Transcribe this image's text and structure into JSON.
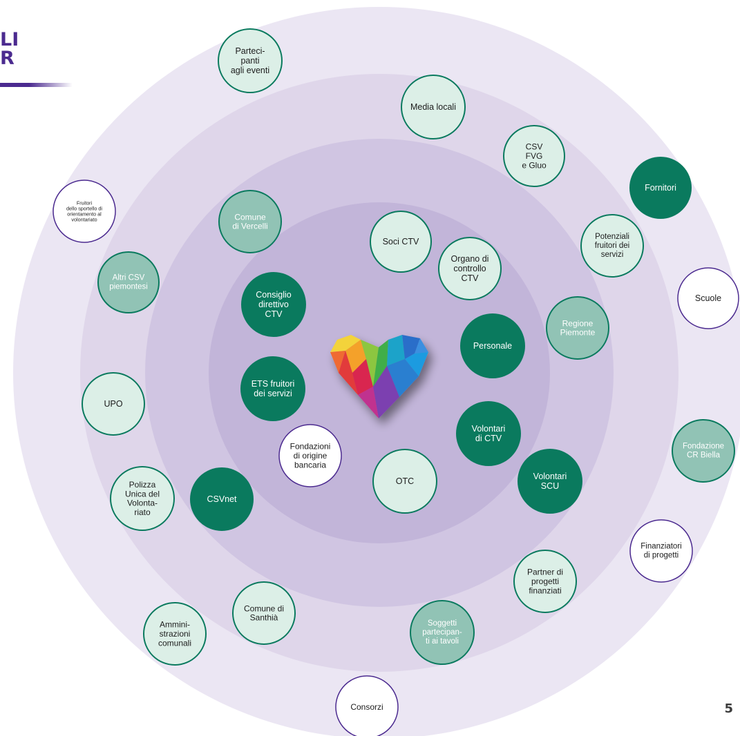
{
  "header": {
    "title_lines": [
      "LI",
      "R"
    ]
  },
  "page_number": "5",
  "colors": {
    "title": "#4b2a8f",
    "ring_outer": "#ebe6f3",
    "ring_2": "#dfd6ea",
    "ring_3": "#d0c5e2",
    "ring_inner": "#c2b5d9",
    "node_light_fill": "#dcefe7",
    "node_medium_fill": "#91c3b5",
    "node_dark_fill": "#0a7a5e",
    "node_white_fill": "#ffffff",
    "node_green_border": "#0a7a5e",
    "node_purple_border": "#4b2a8f",
    "text_dark": "#1c1c1c",
    "text_light": "#ffffff"
  },
  "center_icon": "rainbow-polygonal-heart-logo",
  "stakeholders": [
    {
      "id": "partecipanti-eventi",
      "lines": [
        "Parteci-",
        "panti",
        "agli eventi"
      ],
      "style": "light"
    },
    {
      "id": "media-locali",
      "lines": [
        "Media locali"
      ],
      "style": "light"
    },
    {
      "id": "csv-fvg",
      "lines": [
        "CSV",
        "FVG",
        "e Gluo"
      ],
      "style": "light"
    },
    {
      "id": "fornitori",
      "lines": [
        "Fornitori"
      ],
      "style": "dark"
    },
    {
      "id": "fruitori-sportello",
      "lines": [
        "Fruitori",
        "dello sportello di",
        "orientamento al",
        "volontariato"
      ],
      "style": "white"
    },
    {
      "id": "comune-vercelli",
      "lines": [
        "Comune",
        "di Vercelli"
      ],
      "style": "medium"
    },
    {
      "id": "soci-ctv",
      "lines": [
        "Soci CTV"
      ],
      "style": "light"
    },
    {
      "id": "organo-controllo",
      "lines": [
        "Organo di",
        "controllo",
        "CTV"
      ],
      "style": "light"
    },
    {
      "id": "potenziali-fruitori",
      "lines": [
        "Potenziali",
        "fruitori dei",
        "servizi"
      ],
      "style": "light"
    },
    {
      "id": "altri-csv",
      "lines": [
        "Altri CSV",
        "piemontesi"
      ],
      "style": "medium"
    },
    {
      "id": "scuole",
      "lines": [
        "Scuole"
      ],
      "style": "white"
    },
    {
      "id": "consiglio-direttivo",
      "lines": [
        "Consiglio",
        "direttivo",
        "CTV"
      ],
      "style": "dark"
    },
    {
      "id": "regione-piemonte",
      "lines": [
        "Regione",
        "Piemonte"
      ],
      "style": "medium"
    },
    {
      "id": "personale",
      "lines": [
        "Personale"
      ],
      "style": "dark"
    },
    {
      "id": "ets-fruitori",
      "lines": [
        "ETS fruitori",
        "dei servizi"
      ],
      "style": "dark"
    },
    {
      "id": "upo",
      "lines": [
        "UPO"
      ],
      "style": "light"
    },
    {
      "id": "volontari-ctv",
      "lines": [
        "Volontari",
        "di CTV"
      ],
      "style": "dark"
    },
    {
      "id": "fondazione-cr-biella",
      "lines": [
        "Fondazione",
        "CR Biella"
      ],
      "style": "medium"
    },
    {
      "id": "fondazioni-bancarie",
      "lines": [
        "Fondazioni",
        "di origine",
        "bancaria"
      ],
      "style": "white"
    },
    {
      "id": "otc",
      "lines": [
        "OTC"
      ],
      "style": "light"
    },
    {
      "id": "volontari-scu",
      "lines": [
        "Volontari",
        "SCU"
      ],
      "style": "dark"
    },
    {
      "id": "polizza-unica",
      "lines": [
        "Polizza",
        "Unica del",
        "Volonta-",
        "riato"
      ],
      "style": "light"
    },
    {
      "id": "csvnet",
      "lines": [
        "CSVnet"
      ],
      "style": "dark"
    },
    {
      "id": "finanziatori-progetti",
      "lines": [
        "Finanziatori",
        "di progetti"
      ],
      "style": "white"
    },
    {
      "id": "partner-progetti",
      "lines": [
        "Partner di",
        "progetti",
        "finanziati"
      ],
      "style": "light"
    },
    {
      "id": "comune-santhia",
      "lines": [
        "Comune di",
        "Santhià"
      ],
      "style": "light"
    },
    {
      "id": "amministrazioni-comunali",
      "lines": [
        "Ammini-",
        "strazioni",
        "comunali"
      ],
      "style": "light"
    },
    {
      "id": "soggetti-tavoli",
      "lines": [
        "Soggetti",
        "partecipan-",
        "ti ai tavoli"
      ],
      "style": "medium"
    },
    {
      "id": "consorzi",
      "lines": [
        "Consorzi"
      ],
      "style": "white"
    }
  ]
}
